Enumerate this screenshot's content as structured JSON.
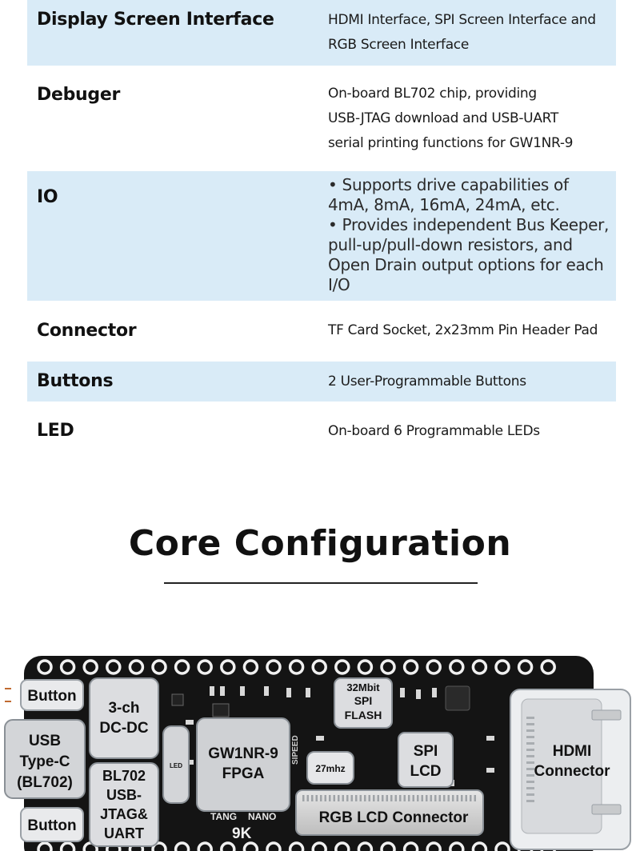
{
  "specs": [
    {
      "label": "Display Screen Interface",
      "value_lines": [
        "HDMI Interface, SPI Screen Interface and",
        "RGB Screen Interface"
      ]
    },
    {
      "label": "Debuger",
      "value_lines": [
        "On-board BL702 chip, providing",
        "USB-JTAG download and USB-UART",
        "serial printing functions for GW1NR-9"
      ]
    },
    {
      "label": "IO",
      "value_lines": [
        "• Supports drive capabilities of",
        "4mA, 8mA, 16mA, 24mA, etc.",
        "• Provides independent Bus Keeper,",
        "pull-up/pull-down resistors, and",
        "Open Drain output options for each",
        "I/O"
      ]
    },
    {
      "label": "Connector",
      "value_lines": [
        "TF Card Socket, 2x23mm Pin Header Pad"
      ]
    },
    {
      "label": "Buttons",
      "value_lines": [
        "2 User-Programmable Buttons"
      ]
    },
    {
      "label": "LED",
      "value_lines": [
        "On-board 6 Programmable LEDs"
      ]
    }
  ],
  "core_title": "Core Configuration",
  "board": {
    "button_top": "Button",
    "button_bottom": "Button",
    "usb": [
      "USB",
      "Type-C",
      "(BL702)"
    ],
    "dcdc": [
      "3-ch",
      "DC-DC"
    ],
    "bl702": [
      "BL702",
      "USB-",
      "JTAG&",
      "UART"
    ],
    "led_silk": "LED",
    "fpga": [
      "GW1NR-9",
      "FPGA"
    ],
    "silk_tang": "TANG",
    "silk_nano": "NANO",
    "silk_9k": "9K",
    "silk_sipeed": "SIPEED",
    "flash": [
      "32Mbit",
      "SPI",
      "FLASH"
    ],
    "crystal": "27mhz",
    "spi_lcd": [
      "SPI",
      "LCD"
    ],
    "rgb_lcd": "RGB LCD Connector",
    "hdmi": [
      "HDMI",
      "Connector"
    ]
  }
}
